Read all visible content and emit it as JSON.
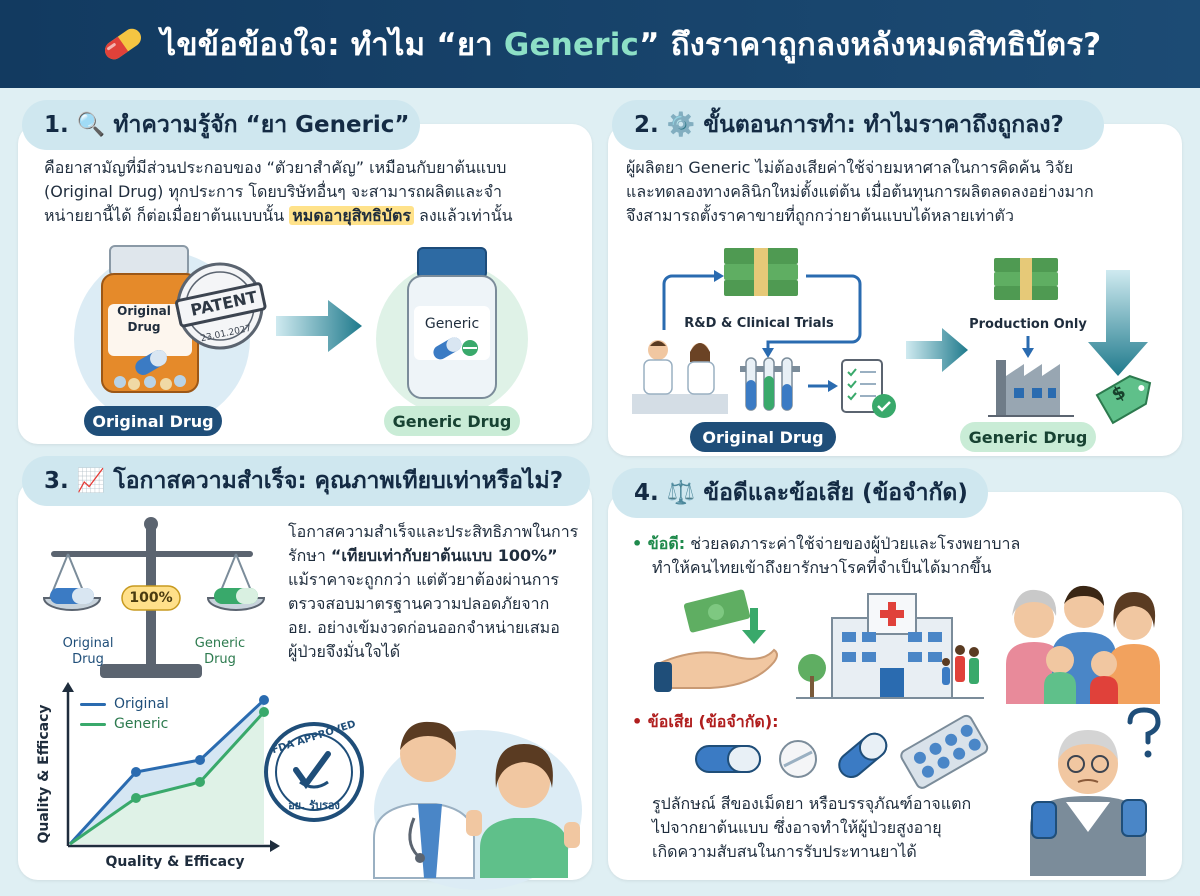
{
  "header": {
    "title_prefix": "ไขข้อข้องใจ: ทำไม “ยา ",
    "title_highlight": "Generic",
    "title_suffix": "” ถึงราคาถูกลงหลังหมดสิทธิบัตร?"
  },
  "section1": {
    "title": "1. 🔍 ทำความรู้จัก “ยา Generic”",
    "text_line1": "คือยาสามัญที่มีส่วนประกอบของ “ตัวยาสำคัญ” เหมือนกับยาต้นแบบ",
    "text_line2": "(Original Drug) ทุกประการ โดยบริษัทอื่นๆ จะสามารถผลิตและจำ",
    "text_line3_a": "หน่ายยานี้ได้ ก็ต่อเมื่อยาต้นแบบนั้น ",
    "text_line3_highlight": "หมดอายุสิทธิบัตร",
    "text_line3_b": " ลงแล้วเท่านั้น",
    "bottle_original_label": "Original Drug",
    "bottle_original_label_short": "Original\nDrug",
    "stamp_text": "PATENT",
    "stamp_date": "23.01.2027",
    "bottle_generic_label": "Generic",
    "tag_original": "Original Drug",
    "tag_generic": "Generic Drug"
  },
  "section2": {
    "title": "2. ⚙️ ขั้นตอนการทำ: ทำไมราคาถึงถูกลง?",
    "text_line1": "ผู้ผลิตยา Generic ไม่ต้องเสียค่าใช้จ่ายมหาศาลในการคิดค้น วิจัย",
    "text_line2": "และทดลองทางคลินิกใหม่ตั้งแต่ต้น เมื่อต้นทุนการผลิตลดลงอย่างมาก",
    "text_line3": "จึงสามารถตั้งราคาขายที่ถูกกว่ายาต้นแบบได้หลายเท่าตัว",
    "rd_label": "R&D & Clinical Trials",
    "production_label": "Production Only",
    "price_symbol": "$",
    "tag_original": "Original Drug",
    "tag_generic": "Generic Drug"
  },
  "section3": {
    "title": "3. 📈 โอกาสความสำเร็จ: คุณภาพเทียบเท่าหรือไม่?",
    "text_line1": "โอกาสความสำเร็จและประสิทธิภาพในการ",
    "text_line2_a": "รักษา ",
    "text_line2_bold": "“เทียบเท่ากับยาต้นแบบ 100%”",
    "text_line3": "แม้ราคาจะถูกกว่า แต่ตัวยาต้องผ่านการ",
    "text_line4": "ตรวจสอบมาตรฐานความปลอดภัยจาก",
    "text_line5": "อย. อย่างเข้มงวดก่อนออกจำหน่ายเสมอ",
    "text_line6": "ผู้ป่วยจึงมั่นใจได้",
    "scale_badge": "100%",
    "scale_left": "Original\nDrug",
    "scale_right": "Generic\nDrug",
    "legend_original": "Original",
    "legend_generic": "Generic",
    "x_axis_label": "Quality & Efficacy",
    "y_axis_label": "Quality & Efficacy",
    "fda_top": "FDA APPROVED",
    "fda_bottom": "อย. รับรอง",
    "color_original": "#2a6bb0",
    "color_generic": "#39a96b"
  },
  "section4": {
    "title": "4. ⚖️ ข้อดีและข้อเสีย (ข้อจำกัด)",
    "pro_label": "ข้อดี:",
    "pro_line1_rest": " ช่วยลดภาระค่าใช้จ่ายของผู้ป่วยและโรงพยาบาล",
    "pro_line2": "ทำให้คนไทยเข้าถึงยารักษาโรคที่จำเป็นได้มากขึ้น",
    "con_label": "ข้อเสีย (ข้อจำกัด):",
    "con_line1": "รูปลักษณ์ สีของเม็ดยา หรือบรรจุภัณฑ์อาจแตก",
    "con_line2": "ไปจากยาต้นแบบ ซึ่งอาจทำให้ผู้ป่วยสูงอายุ",
    "con_line3": "เกิดความสับสนในการรับประทานยาได้"
  }
}
